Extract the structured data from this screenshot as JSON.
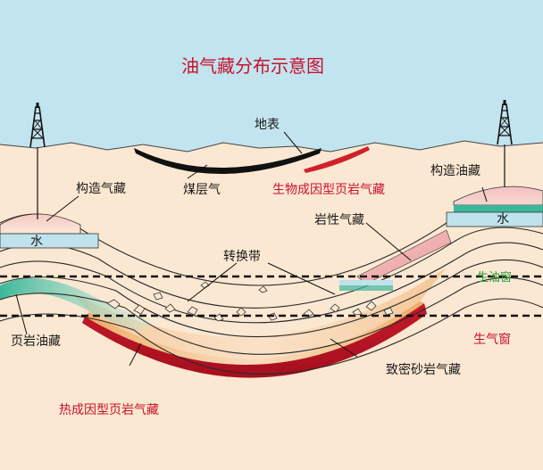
{
  "title": "油气藏分布示意图",
  "labels": {
    "surface": "地表",
    "coalbed_gas": "煤层气",
    "biogenic_shale_gas": "生物成因型页岩气藏",
    "structural_gas": "构造气藏",
    "structural_oil": "构造油藏",
    "water_left": "水",
    "water_right": "水",
    "lithologic_gas": "岩性气藏",
    "transition_zone": "转换带",
    "oil_window": "生油窗",
    "gas_window": "生气窗",
    "shale_oil": "页岩油藏",
    "tight_sand_gas": "致密砂岩气藏",
    "thermogenic_shale_gas": "热成因型页岩气藏"
  },
  "colors": {
    "sky": "#c2e4ee",
    "ground": "#fbe8d2",
    "red_text": "#c8102e",
    "green_text": "#2e9e3e",
    "gas_cap": "#f0b8b8",
    "water": "#bfe2ec",
    "oil": "#3bb79a",
    "shale_red": "#c41a2a"
  },
  "icons": [
    "oil-derrick-icon",
    "oil-derrick-icon"
  ]
}
